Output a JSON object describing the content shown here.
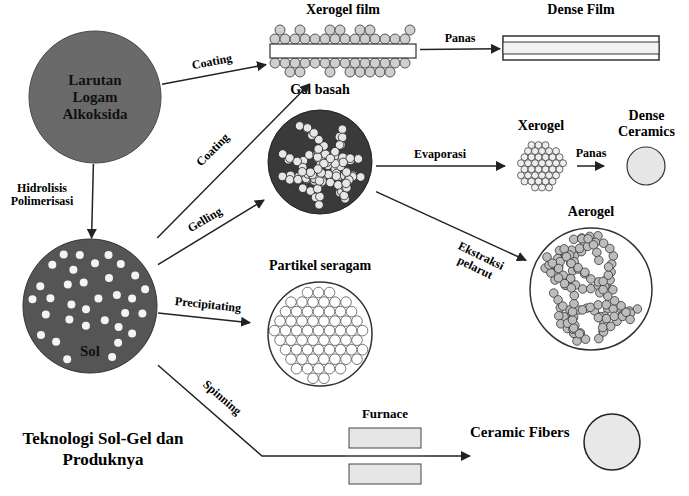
{
  "diagram": {
    "title": "Teknologi Sol-Gel dan Produknya",
    "nodes": [
      {
        "text": [
          "Larutan Logam Alkoksida"
        ]
      },
      {
        "text": [
          "Xerogel film"
        ]
      },
      {
        "text": [
          "Dense Film"
        ]
      },
      {
        "text": [
          "Gel basah"
        ]
      },
      {
        "text": [
          "Xerogel"
        ]
      },
      {
        "text": [
          "Dense Ceramics"
        ]
      },
      {
        "text": [
          "Aerogel"
        ]
      },
      {
        "text": [
          "Sol"
        ]
      },
      {
        "text": [
          "Partikel seragam"
        ]
      },
      {
        "text": [
          "Furnace"
        ]
      },
      {
        "text": [
          "Ceramic Fibers"
        ]
      }
    ],
    "edges": [
      {
        "from": 0,
        "to": 1,
        "label": "Coating",
        "arrow": "to"
      },
      {
        "from": 0,
        "to": 7,
        "label": "Hidrolisis Polimerisasi",
        "arrow": "to"
      },
      {
        "from": 7,
        "to": 1,
        "label": "Coating",
        "arrow": "to"
      },
      {
        "from": 7,
        "to": 3,
        "label": "Gelling",
        "arrow": "to"
      },
      {
        "from": 7,
        "to": 8,
        "label": "Precipitating",
        "arrow": "to"
      },
      {
        "from": 7,
        "to": 9,
        "label": "Spinning",
        "arrow": "none"
      },
      {
        "from": 1,
        "to": 2,
        "label": "Panas",
        "arrow": "to"
      },
      {
        "from": 3,
        "to": 4,
        "label": "Evaporasi",
        "arrow": "to"
      },
      {
        "from": 4,
        "to": 5,
        "label": "Panas",
        "arrow": "to"
      },
      {
        "from": 3,
        "to": 6,
        "label": "Ekstraksi pelarut",
        "arrow": "to"
      },
      {
        "from": 9,
        "to": 10,
        "arrow": "to"
      }
    ]
  }
}
